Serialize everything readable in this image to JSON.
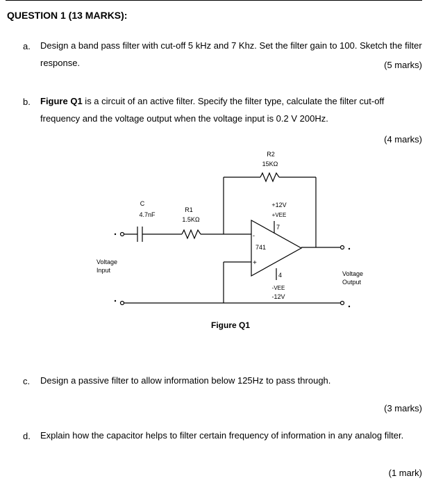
{
  "heading": "QUESTION 1 (13 MARKS):",
  "questions": [
    {
      "letter": "a.",
      "text_lead": "",
      "text": "Design a band pass filter with cut-off 5 kHz and 7 Khz. Set the filter gain to 100. Sketch the filter response.",
      "marks": "(5 marks)"
    },
    {
      "letter": "b.",
      "text_lead": "Figure Q1",
      "text": " is a circuit of an active filter. Specify the filter type, calculate the filter cut-off frequency and the voltage output when the voltage input is 0.2 V 200Hz.",
      "marks": "(4 marks)"
    },
    {
      "letter": "c.",
      "text_lead": "",
      "text": "Design a passive filter to allow information below 125Hz to pass through.",
      "marks": "(3 marks)"
    },
    {
      "letter": "d.",
      "text_lead": "",
      "text": "Explain how the capacitor helps to filter certain frequency of information in any analog filter.",
      "marks": "(1 mark)"
    }
  ],
  "figure": {
    "caption": "Figure Q1",
    "c_label": "C",
    "c_value": "4.7nF",
    "r1_label": "R1",
    "r1_value": "1.5KΩ",
    "r2_label": "R2",
    "r2_value": "15KΩ",
    "opamp": "741",
    "vplus": "+12V",
    "vcc_pin": "+VEE",
    "pin7": "7",
    "pin4": "4",
    "vee_pin": "-VEE",
    "vminus": "-12V",
    "input_l1": "Voltage",
    "input_l2": "Input",
    "output_l1": "Voltage",
    "output_l2": "Output",
    "minus_sign": "-",
    "plus_sign": "+"
  }
}
